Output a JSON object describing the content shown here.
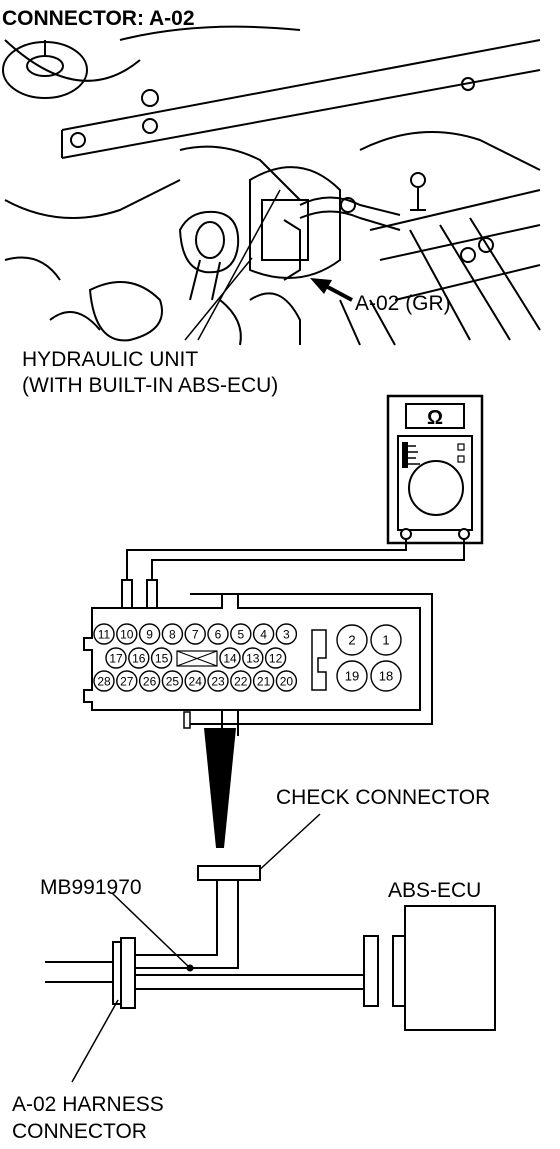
{
  "title": "CONNECTOR: A-02",
  "labels": {
    "connector_gr": "A-02 (GR)",
    "hydraulic_unit_line1": "HYDRAULIC UNIT",
    "hydraulic_unit_line2": "(WITH BUILT-IN ABS-ECU)",
    "check_connector": "CHECK CONNECTOR",
    "tool_number": "MB991970",
    "abs_ecu": "ABS-ECU",
    "harness_line1": "A-02 HARNESS",
    "harness_line2": "CONNECTOR"
  },
  "meter": {
    "symbol": "Ω"
  },
  "connector_pins": {
    "row1": [
      "11",
      "10",
      "9",
      "8",
      "7",
      "6",
      "5",
      "4",
      "3"
    ],
    "row2": [
      "17",
      "16",
      "15",
      "14",
      "13",
      "12"
    ],
    "row3": [
      "28",
      "27",
      "26",
      "25",
      "24",
      "23",
      "22",
      "21",
      "20"
    ],
    "large_top": [
      "2",
      "1"
    ],
    "large_bottom": [
      "19",
      "18"
    ]
  },
  "colors": {
    "line": "#000000",
    "background": "#ffffff"
  }
}
